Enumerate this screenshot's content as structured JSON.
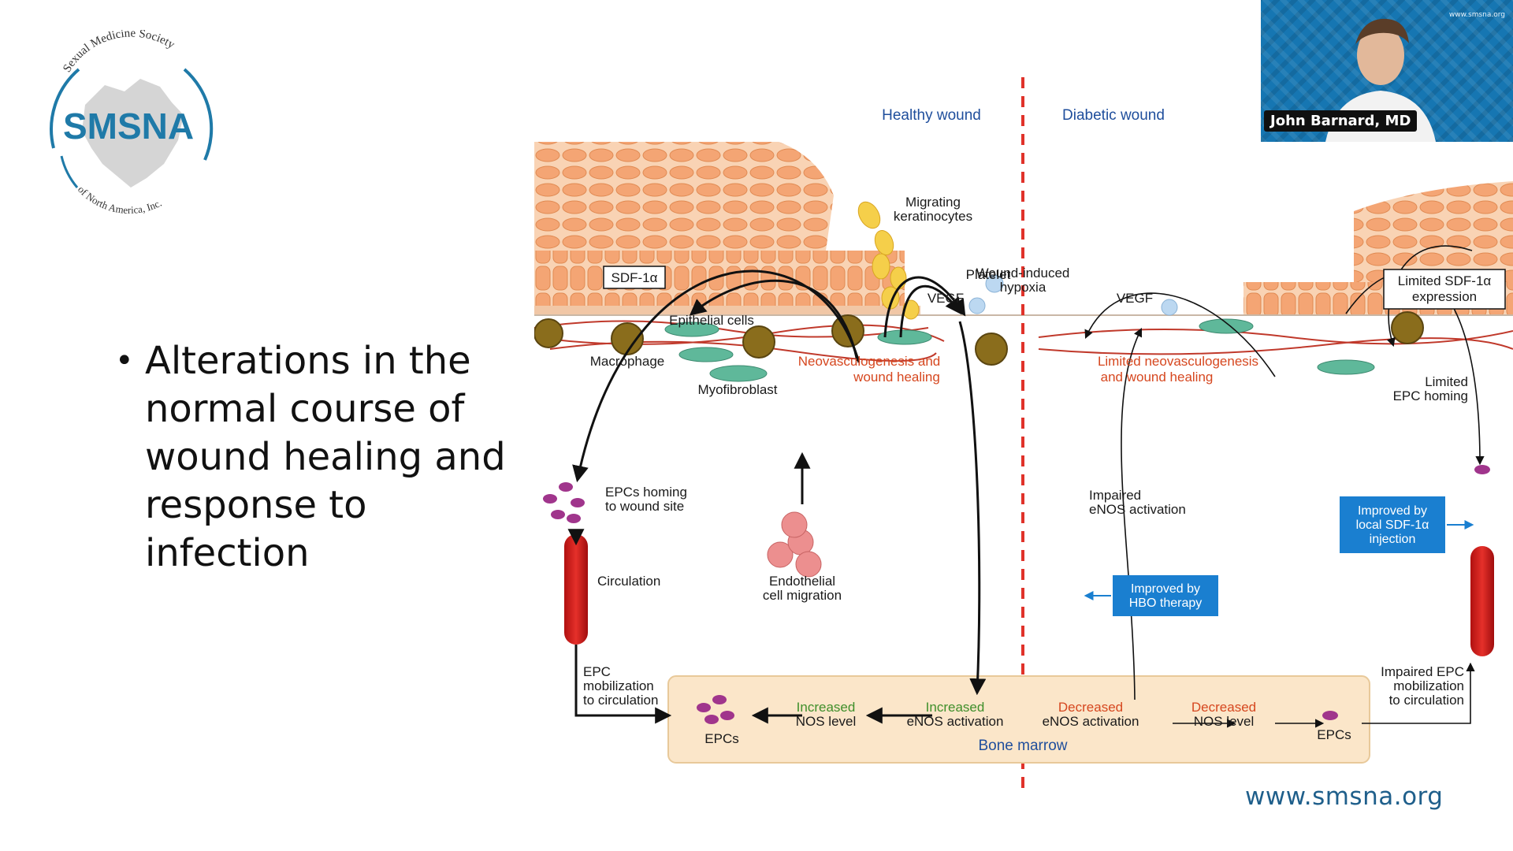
{
  "logo": {
    "arc_top": "Sexual Medicine Society",
    "name": "SMSNA",
    "arc_bottom": "of North America, Inc."
  },
  "slide": {
    "bullet": "Alterations in the normal course of wound healing and response to infection",
    "website": "www.smsna.org"
  },
  "diagram": {
    "header_healthy": "Healthy wound",
    "header_diabetic": "Diabetic wound",
    "migrating_1": "Migrating",
    "migrating_2": "keratinocytes",
    "hypoxia_1": "Wound-induced",
    "hypoxia_2": "hypoxia",
    "platelet": "Platelet",
    "sdf": "SDF-1α",
    "vegf_left": "VEGF",
    "vegf_right": "VEGF",
    "limited_sdf_1": "Limited SDF-1α",
    "limited_sdf_2": "expression",
    "epithelial": "Epithelial cells",
    "macrophage": "Macrophage",
    "myofibroblast": "Myofibroblast",
    "neovasc_1": "Neovasculogenesis and",
    "neovasc_2": "wound healing",
    "limited_neovasc_1": "Limited neovasculogenesis",
    "limited_neovasc_2": "and wound healing",
    "limited_epc_1": "Limited",
    "limited_epc_2": "EPC homing",
    "epcs_homing_1": "EPCs homing",
    "epcs_homing_2": "to wound site",
    "impaired_enos_1": "Impaired",
    "impaired_enos_2": "eNOS activation",
    "improved_sdf_1": "Improved by",
    "improved_sdf_2": "local SDF-1α",
    "improved_sdf_3": "injection",
    "improved_hbo_1": "Improved by",
    "improved_hbo_2": "HBO therapy",
    "circulation": "Circulation",
    "endothelial_1": "Endothelial",
    "endothelial_2": "cell migration",
    "epc_mob_1": "EPC",
    "epc_mob_2": "mobilization",
    "epc_mob_3": "to circulation",
    "impaired_mob_1": "Impaired EPC",
    "impaired_mob_2": "mobilization",
    "impaired_mob_3": "to circulation",
    "increased_nos_1": "Increased",
    "increased_nos_2": "NOS level",
    "increased_enos_1": "Increased",
    "increased_enos_2": "eNOS activation",
    "decreased_enos_1": "Decreased",
    "decreased_enos_2": "eNOS activation",
    "decreased_nos_1": "Decreased",
    "decreased_nos_2": "NOS level",
    "epcs_left": "EPCs",
    "epcs_right": "EPCs",
    "bone_marrow": "Bone marrow"
  },
  "video": {
    "speaker": "John Barnard, MD",
    "corner_text": "www.smsna.org"
  },
  "colors": {
    "brand": "#1f7aa8",
    "skin": "#f4a574",
    "divider": "#e0322a",
    "blue_box": "#1a7fd0"
  }
}
